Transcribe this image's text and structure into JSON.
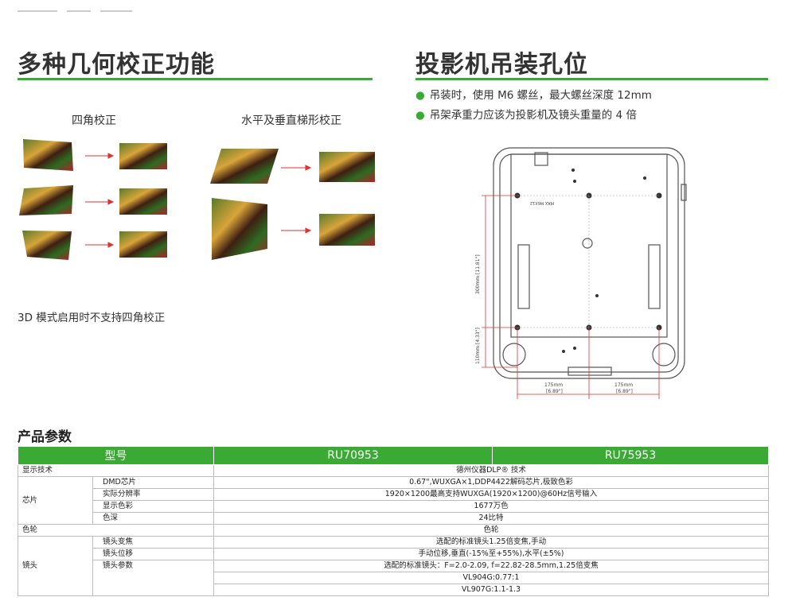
{
  "left_section": {
    "title": "多种几何校正功能",
    "caption_four_corner": "四角校正",
    "caption_hv_keystone": "水平及垂直梯形校正",
    "note": "3D 模式启用时不支持四角校正"
  },
  "right_section": {
    "title": "投影机吊装孔位",
    "bullets": [
      "吊装时，使用 M6 螺丝，最大螺丝深度 12mm",
      "吊架承重力应该为投影机及镜头重量的 4 倍"
    ],
    "diagram": {
      "dim_vertical_main": "300mm [11.81\"]",
      "dim_vertical_low": "110mm [4.33\"]",
      "dim_h_left": "175mm",
      "dim_h_left_in": "[6.89\"]",
      "dim_h_right": "175mm",
      "dim_h_right_in": "[6.89\"]",
      "hole_label": "MAX M6X12"
    }
  },
  "spec": {
    "title": "产品参数",
    "header": [
      "型号",
      "RU70953",
      "RU75953"
    ],
    "rows": [
      {
        "group": "显示技术",
        "sub": "",
        "value": "德州仪器DLP® 技术"
      },
      {
        "group": "芯片",
        "sub": "DMD芯片",
        "value": "0.67\",WUXGA×1,DDP4422解码芯片,极致色彩"
      },
      {
        "group": "",
        "sub": "实际分辨率",
        "value": "1920×1200最高支持WUXGA(1920×1200)@60Hz信号输入"
      },
      {
        "group": "",
        "sub": "显示色彩",
        "value": "1677万色"
      },
      {
        "group": "",
        "sub": "色深",
        "value": "24比特"
      },
      {
        "group": "色轮",
        "sub": "",
        "value": "色轮"
      },
      {
        "group": "镜头",
        "sub": "镜头变焦",
        "value": "选配的标准镜头1.25倍变焦,手动"
      },
      {
        "group": "",
        "sub": "镜头位移",
        "value": "手动位移,垂直(-15%至+55%),水平(±5%)"
      },
      {
        "group": "",
        "sub": "镜头参数",
        "value": "选配的标准镜头：F=2.0-2.09, f=22.82-28.5mm,1.25倍变焦"
      },
      {
        "group": "",
        "sub": "",
        "value": "VL904G:0.77:1"
      },
      {
        "group": "",
        "sub": "",
        "value": "VL907G:1.1-1.3"
      }
    ]
  }
}
